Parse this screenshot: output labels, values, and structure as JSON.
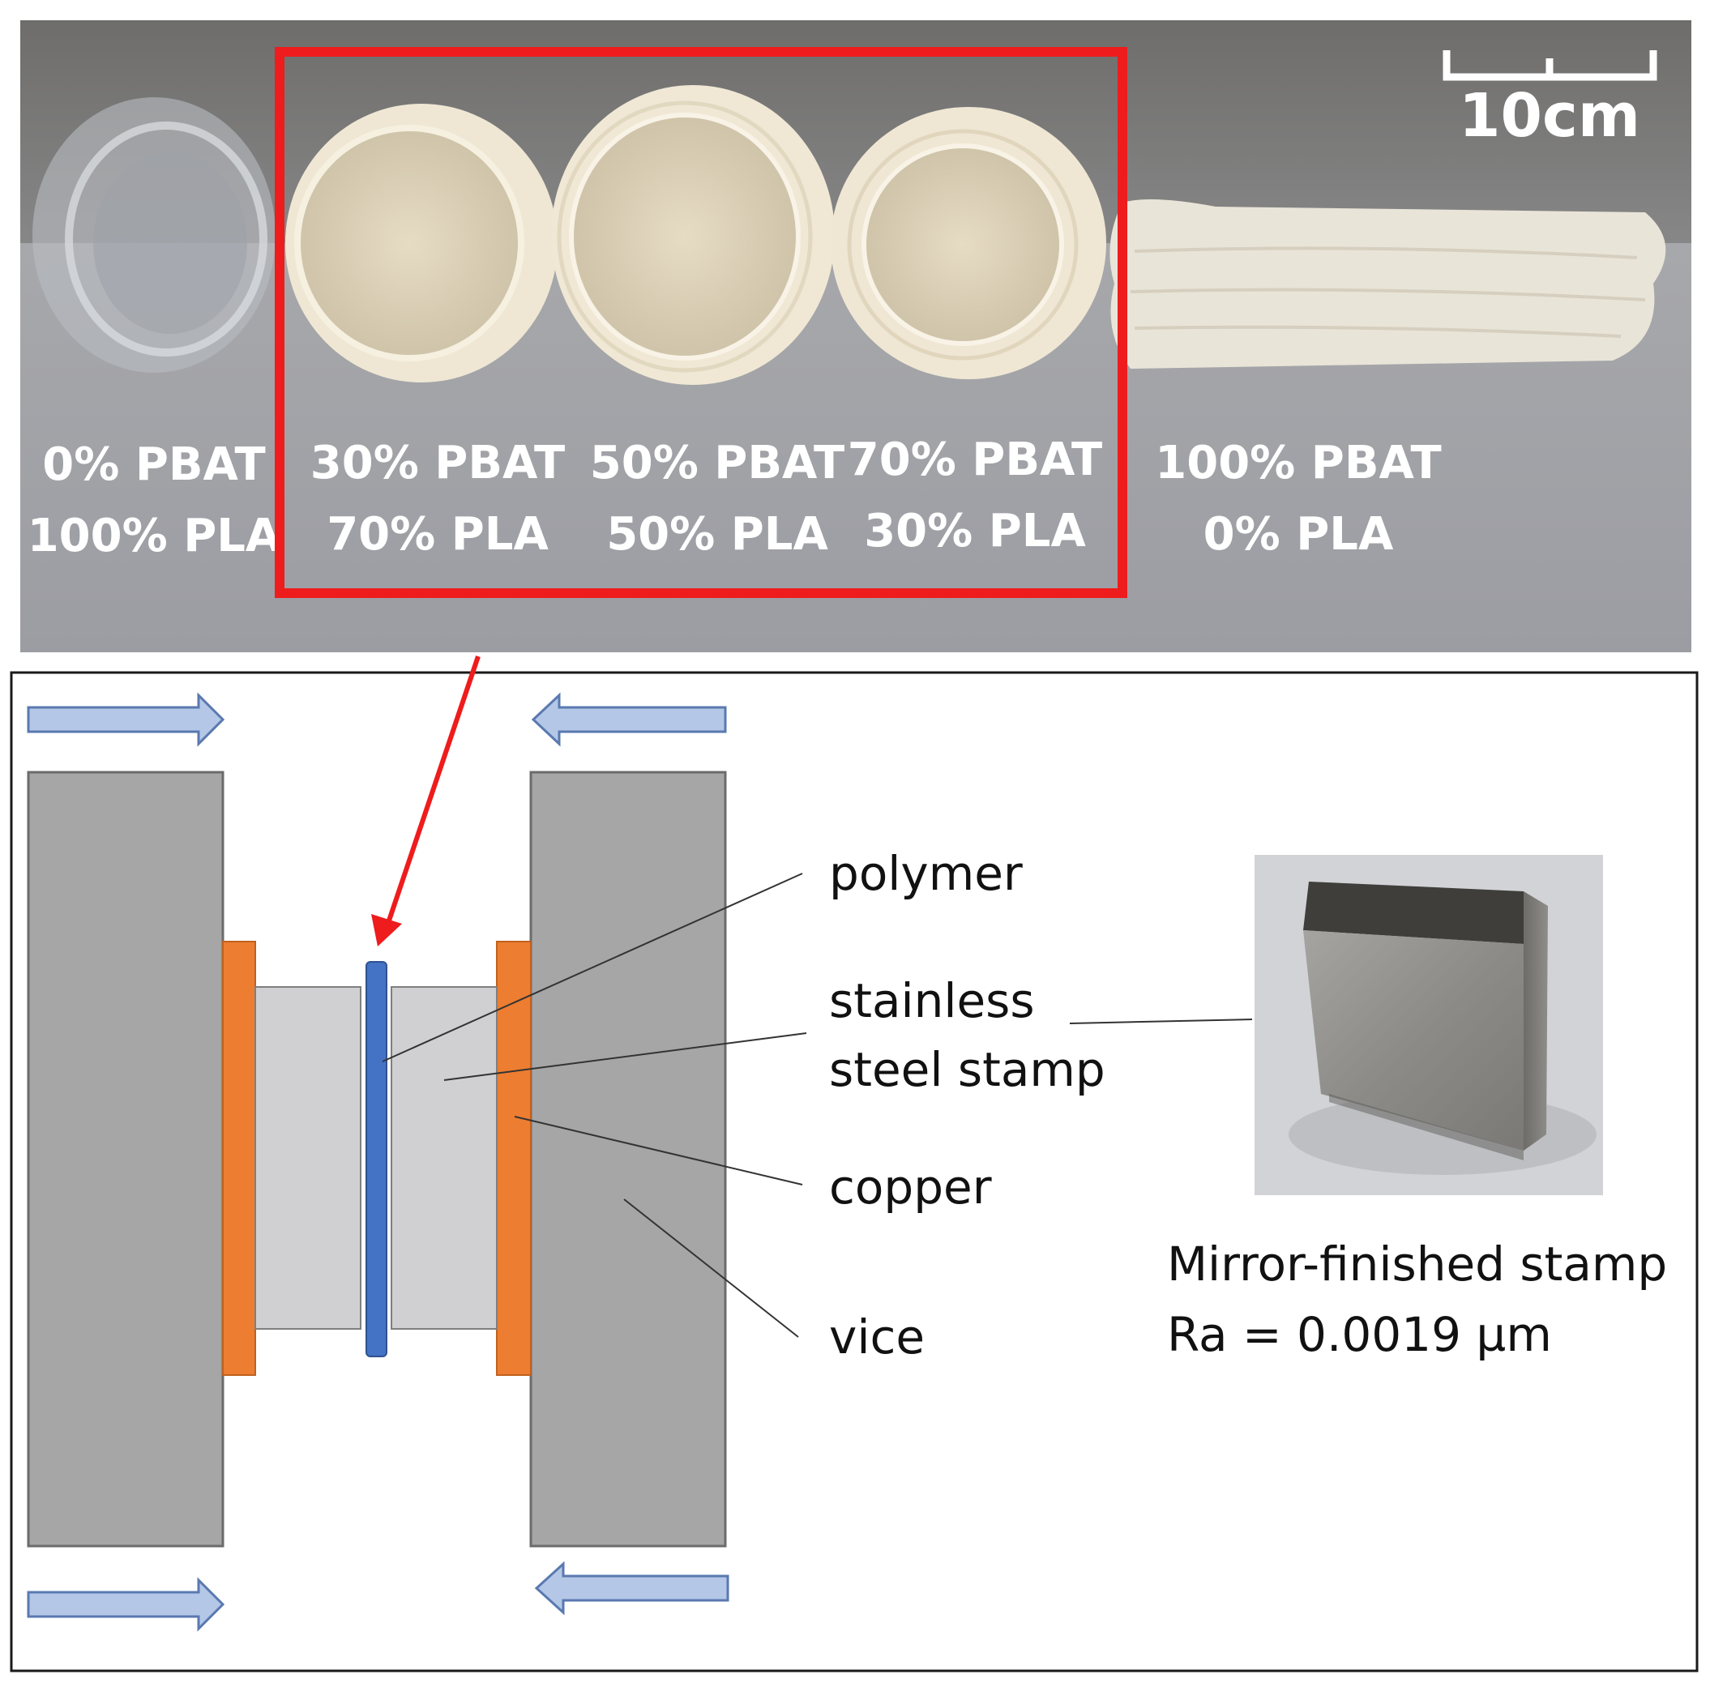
{
  "photo": {
    "scale_bar_label": "10cm",
    "samples": [
      {
        "pbat": "0% PBAT",
        "pla": "100% PLA"
      },
      {
        "pbat": "30% PBAT",
        "pla": "70% PLA"
      },
      {
        "pbat": "50% PBAT",
        "pla": "50% PLA"
      },
      {
        "pbat": "70% PBAT",
        "pla": "30% PLA"
      },
      {
        "pbat": "100% PBAT",
        "pla": "0% PLA"
      }
    ]
  },
  "diagram": {
    "labels": {
      "polymer": "polymer",
      "stamp_line1": "stainless",
      "stamp_line2": "steel stamp",
      "copper": "copper",
      "vice": "vice"
    },
    "stamp_caption": {
      "line1": "Mirror-finished stamp",
      "line2": "Ra = 0.0019 µm"
    }
  },
  "colors": {
    "highlight_red": "#ee1c1c",
    "vice_gray": "#a6a6a6",
    "stamp_gray": "#d0cfd1",
    "copper_orange": "#ed7d31",
    "polymer_blue": "#4472c4",
    "arrow_blue": "#b4c7e7"
  }
}
